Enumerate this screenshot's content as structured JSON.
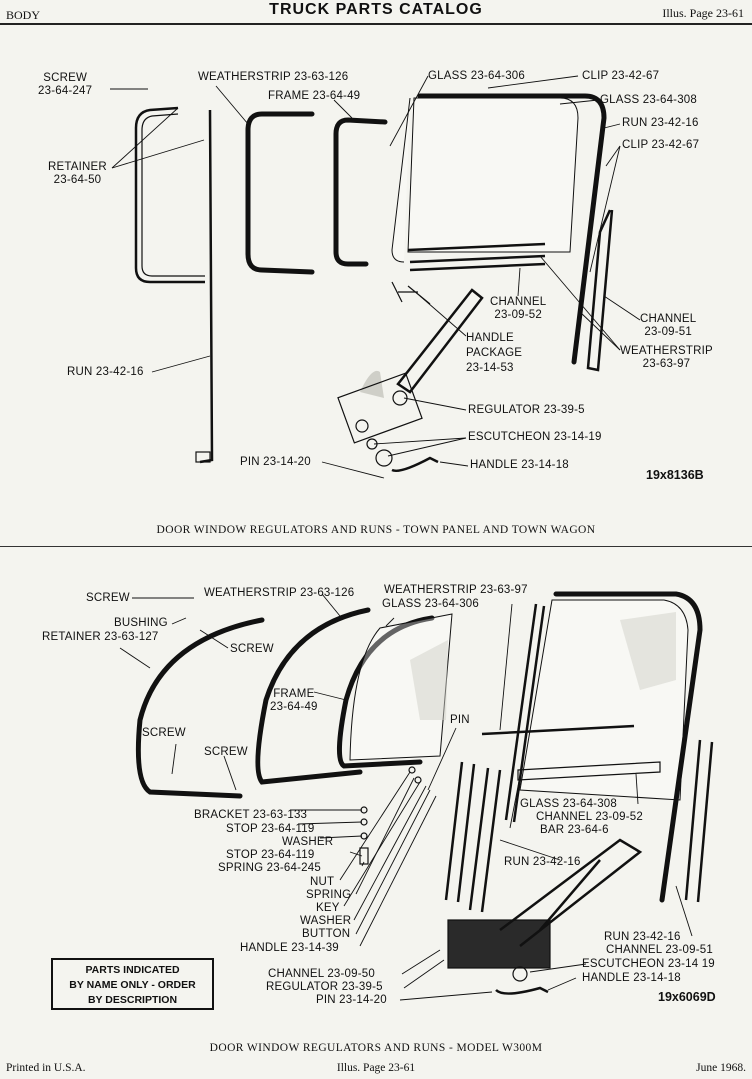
{
  "header": {
    "left": "BODY",
    "title": "TRUCK PARTS CATALOG",
    "right": "Illus. Page 23-61"
  },
  "top_figure": {
    "code": "19x8136B",
    "caption": "DOOR WINDOW REGULATORS AND RUNS - TOWN PANEL AND TOWN WAGON",
    "labels": {
      "screw": [
        "SCREW",
        "23-64-247"
      ],
      "retainer": [
        "RETAINER",
        "23-64-50"
      ],
      "run_left": "RUN 23-42-16",
      "weatherstrip": "WEATHERSTRIP 23-63-126",
      "frame": "FRAME 23-64-49",
      "glass1": "GLASS 23-64-306",
      "clip1": "CLIP 23-42-67",
      "glass2": "GLASS 23-64-308",
      "run_right": "RUN 23-42-16",
      "clip2": "CLIP 23-42-67",
      "channel_mid": [
        "CHANNEL",
        "23-09-52"
      ],
      "channel_right": [
        "CHANNEL",
        "23-09-51"
      ],
      "handle_package": [
        "HANDLE",
        "PACKAGE",
        "23-14-53"
      ],
      "weatherstrip2": [
        "WEATHERSTRIP",
        "23-63-97"
      ],
      "regulator": "REGULATOR 23-39-5",
      "escutcheon": "ESCUTCHEON 23-14-19",
      "pin": "PIN 23-14-20",
      "handle": "HANDLE 23-14-18"
    }
  },
  "bottom_figure": {
    "code": "19x6069D",
    "caption": "DOOR WINDOW REGULATORS AND RUNS - MODEL W300M",
    "labels": {
      "screw_top": "SCREW",
      "weatherstrip_126": "WEATHERSTRIP 23-63-126",
      "bushing": "BUSHING",
      "retainer": "RETAINER 23-63-127",
      "screw2": "SCREW",
      "weatherstrip_97": "WEATHERSTRIP 23-63-97",
      "glass_306": "GLASS 23-64-306",
      "frame": [
        "FRAME",
        "23-64-49"
      ],
      "screw3": "SCREW",
      "screw4": "SCREW",
      "pin_top": "PIN",
      "bracket": "BRACKET 23-63-133",
      "stop1": "STOP 23-64-119",
      "washer1": "WASHER",
      "stop2": "STOP 23-64-119",
      "spring1": "SPRING 23-64-245",
      "nut": "NUT",
      "spring2": "SPRING",
      "key": "KEY",
      "washer2": "WASHER",
      "button": "BUTTON",
      "handle_39": "HANDLE 23-14-39",
      "glass_308": "GLASS 23-64-308",
      "channel_52": "CHANNEL 23-09-52",
      "bar": "BAR 23-64-6",
      "run_mid": "RUN 23-42-16",
      "run_right": "RUN 23-42-16",
      "channel_51": "CHANNEL 23-09-51",
      "escutcheon": "ESCUTCHEON 23-14 19",
      "handle_18": "HANDLE 23-14-18",
      "channel_50": "CHANNEL 23-09-50",
      "regulator": "REGULATOR 23-39-5",
      "pin_bottom": "PIN 23-14-20"
    },
    "note": [
      "PARTS INDICATED",
      "BY NAME ONLY - ORDER",
      "BY DESCRIPTION"
    ]
  },
  "footer": {
    "left": "Printed in U.S.A.",
    "center": "Illus. Page 23-61",
    "right": "June 1968."
  }
}
